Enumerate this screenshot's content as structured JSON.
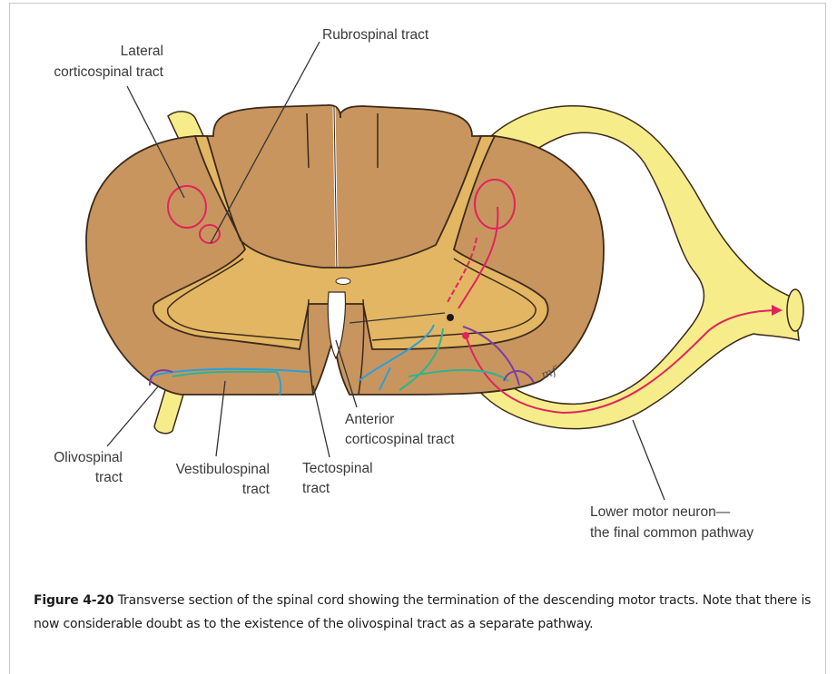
{
  "figure": {
    "labels": {
      "lateral_corticospinal_line1": "Lateral",
      "lateral_corticospinal_line2": "corticospinal tract",
      "rubrospinal": "Rubrospinal tract",
      "olivospinal_line1": "Olivospinal",
      "olivospinal_line2": "tract",
      "vestibulospinal_line1": "Vestibulospinal",
      "vestibulospinal_line2": "tract",
      "tectospinal_line1": "Tectospinal",
      "tectospinal_line2": "tract",
      "anterior_corticospinal_line1": "Anterior",
      "anterior_corticospinal_line2": "corticospinal tract",
      "lower_motor_neuron_line1": "Lower motor neuron—",
      "lower_motor_neuron_line2": "the final common pathway",
      "signature": "mf"
    },
    "colors": {
      "white_matter": "#c8955f",
      "gray_matter": "#e3b663",
      "nerve": "#f7ec8a",
      "corticospinal": "#e0245e",
      "vestibulospinal": "#2fb38f",
      "tectospinal": "#2a9fd8",
      "olivospinal": "#7b3fa6",
      "outline": "#3b2a1a"
    }
  },
  "caption": {
    "label": "Figure 4-20",
    "text": " Transverse section of the spinal cord showing the termination of the descending motor tracts. Note that there is now considerable doubt as to the existence of the olivospinal tract as a separate pathway."
  }
}
